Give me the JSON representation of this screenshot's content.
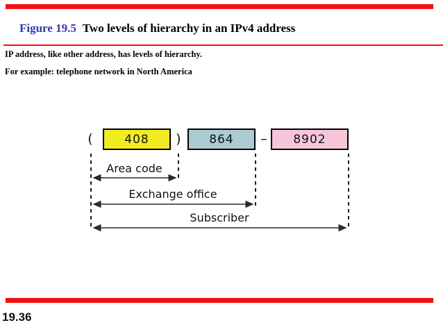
{
  "slide": {
    "figure_label": "Figure 19.5",
    "title": "Two levels of hierarchy in an IPv4 address",
    "note_line1": "IP address, like other address, has levels of hierarchy.",
    "note_line2": "For example: telephone network in North America",
    "page_number": "19.36"
  },
  "diagram": {
    "open_paren": "(",
    "close_paren": ")",
    "hyphen": "–",
    "phone_parts": [
      {
        "name": "area-code",
        "value": "408",
        "fill": "#f0ec20"
      },
      {
        "name": "exchange",
        "value": "864",
        "fill": "#aacbd2"
      },
      {
        "name": "subscriber",
        "value": "8902",
        "fill": "#f7c5da"
      }
    ],
    "spans": [
      {
        "label": "Area code"
      },
      {
        "label": "Exchange office"
      },
      {
        "label": "Subscriber"
      }
    ]
  },
  "colors": {
    "accent_red": "#f50f0f",
    "figure_label_blue": "#3333cc"
  }
}
